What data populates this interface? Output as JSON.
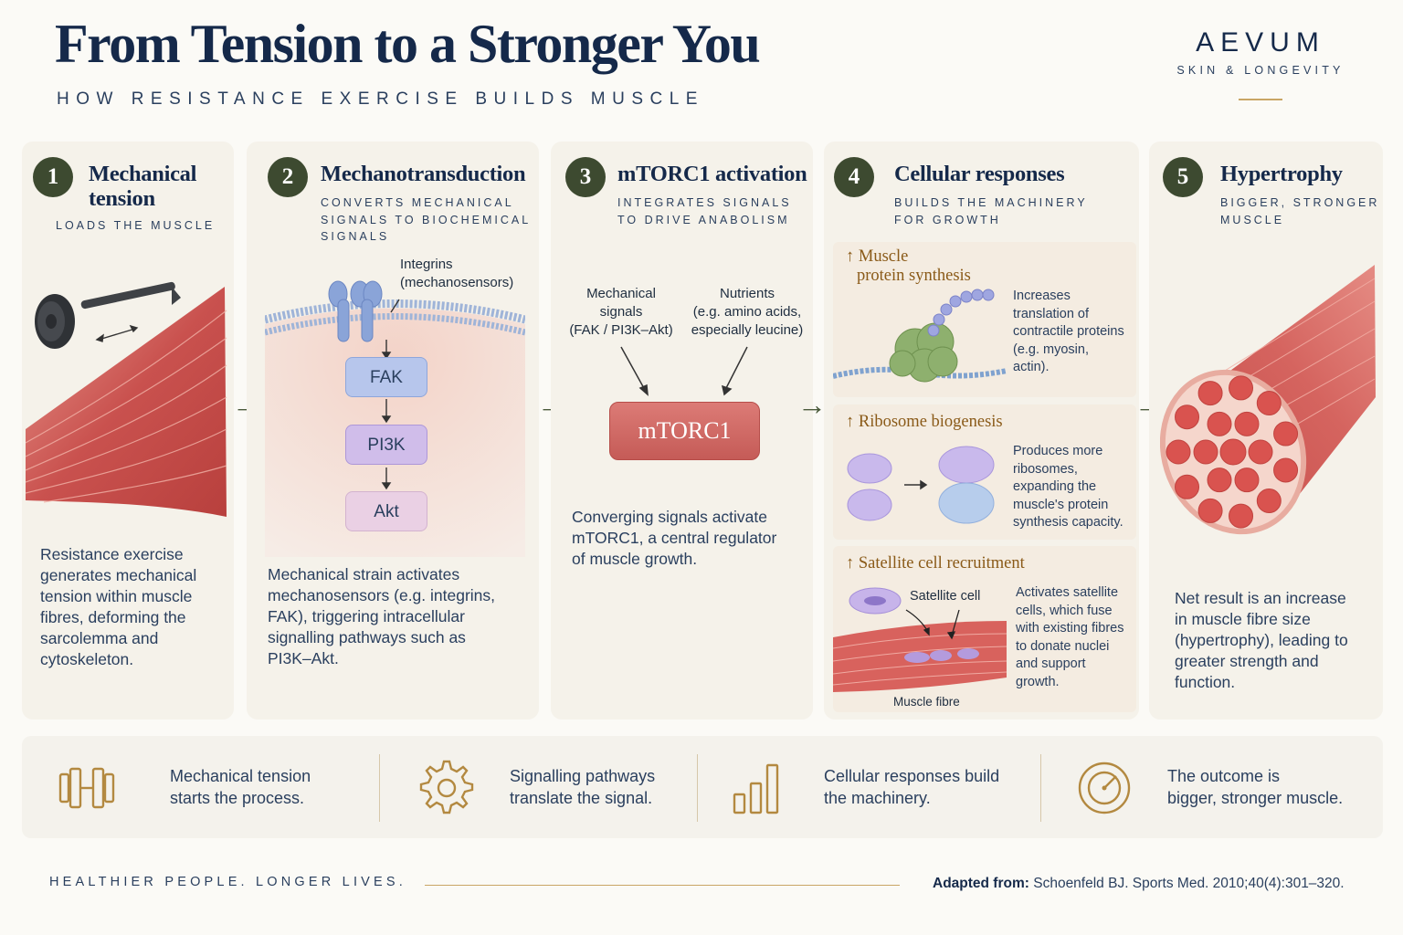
{
  "header": {
    "title": "From Tension to a Stronger You",
    "subtitle": "HOW RESISTANCE EXERCISE BUILDS MUSCLE",
    "brand_name": "AEVUM",
    "brand_tagline": "SKIN & LONGEVITY"
  },
  "steps": [
    {
      "number": "1",
      "title_line1": "Mechanical",
      "title_line2": "tension",
      "subtitle": "LOADS THE MUSCLE",
      "desc_lines": [
        "Resistance exercise",
        "generates mechanical",
        "tension within muscle",
        "fibres, deforming the",
        "sarcolemma and",
        "cytoskeleton."
      ]
    },
    {
      "number": "2",
      "title": "Mechanotransduction",
      "subtitle_lines": [
        "CONVERTS MECHANICAL",
        "SIGNALS TO BIOCHEMICAL",
        "SIGNALS"
      ],
      "integrins_line1": "Integrins",
      "integrins_line2": "(mechanosensors)",
      "boxes": [
        "FAK",
        "PI3K",
        "Akt"
      ],
      "desc_lines": [
        "Mechanical strain activates",
        "mechanosensors (e.g. integrins,",
        "FAK), triggering intracellular",
        "signalling pathways such as",
        "PI3K–Akt."
      ]
    },
    {
      "number": "3",
      "title": "mTORC1 activation",
      "subtitle_lines": [
        "INTEGRATES SIGNALS",
        "TO DRIVE ANABOLISM"
      ],
      "input_left_lines": [
        "Mechanical",
        "signals",
        "(FAK / PI3K–Akt)"
      ],
      "input_right_lines": [
        "Nutrients",
        "(e.g. amino acids,",
        "especially leucine)"
      ],
      "hub": "mTORC1",
      "desc_lines": [
        "Converging signals activate",
        "mTORC1, a central regulator",
        "of muscle growth."
      ]
    },
    {
      "number": "4",
      "title": "Cellular responses",
      "subtitle_lines": [
        "BUILDS THE MACHINERY",
        "FOR GROWTH"
      ],
      "responses": [
        {
          "title_lines": [
            "↑ Muscle",
            "protein synthesis"
          ],
          "desc_lines": [
            "Increases",
            "translation of",
            "contractile proteins",
            "(e.g. myosin,",
            "actin)."
          ]
        },
        {
          "title_lines": [
            "↑ Ribosome biogenesis"
          ],
          "desc_lines": [
            "Produces more",
            "ribosomes,",
            "expanding the",
            "muscle's protein",
            "synthesis capacity."
          ]
        },
        {
          "title_lines": [
            "↑ Satellite cell recruitment"
          ],
          "desc_lines": [
            "Activates satellite",
            "cells, which fuse",
            "with existing fibres",
            "to donate nuclei",
            "and support",
            "growth."
          ],
          "satellite_label": "Satellite cell",
          "fibre_label": "Muscle fibre"
        }
      ]
    },
    {
      "number": "5",
      "title": "Hypertrophy",
      "subtitle_lines": [
        "BIGGER, STRONGER",
        "MUSCLE"
      ],
      "desc_lines": [
        "Net result is an increase",
        "in muscle fibre size",
        "(hypertrophy), leading to",
        "greater strength and",
        "function."
      ]
    }
  ],
  "summary": [
    {
      "icon": "dumbbell-icon",
      "lines": [
        "Mechanical tension",
        "starts the process."
      ]
    },
    {
      "icon": "gear-icon",
      "lines": [
        "Signalling pathways",
        "translate the signal."
      ]
    },
    {
      "icon": "bar-chart-icon",
      "lines": [
        "Cellular responses build",
        "the machinery."
      ]
    },
    {
      "icon": "target-icon",
      "lines": [
        "The outcome is",
        "bigger, stronger muscle."
      ]
    }
  ],
  "footer": {
    "slogan": "HEALTHIER PEOPLE. LONGER LIVES.",
    "citation_label": "Adapted from:",
    "citation": "Schoenfeld BJ. Sports Med. 2010;40(4):301–320."
  },
  "colors": {
    "navy": "#15294a",
    "olive": "#3d4a30",
    "gold": "#c9a565",
    "muscle_red": "#c9514e",
    "panel_bg": "#f5f2ea"
  }
}
